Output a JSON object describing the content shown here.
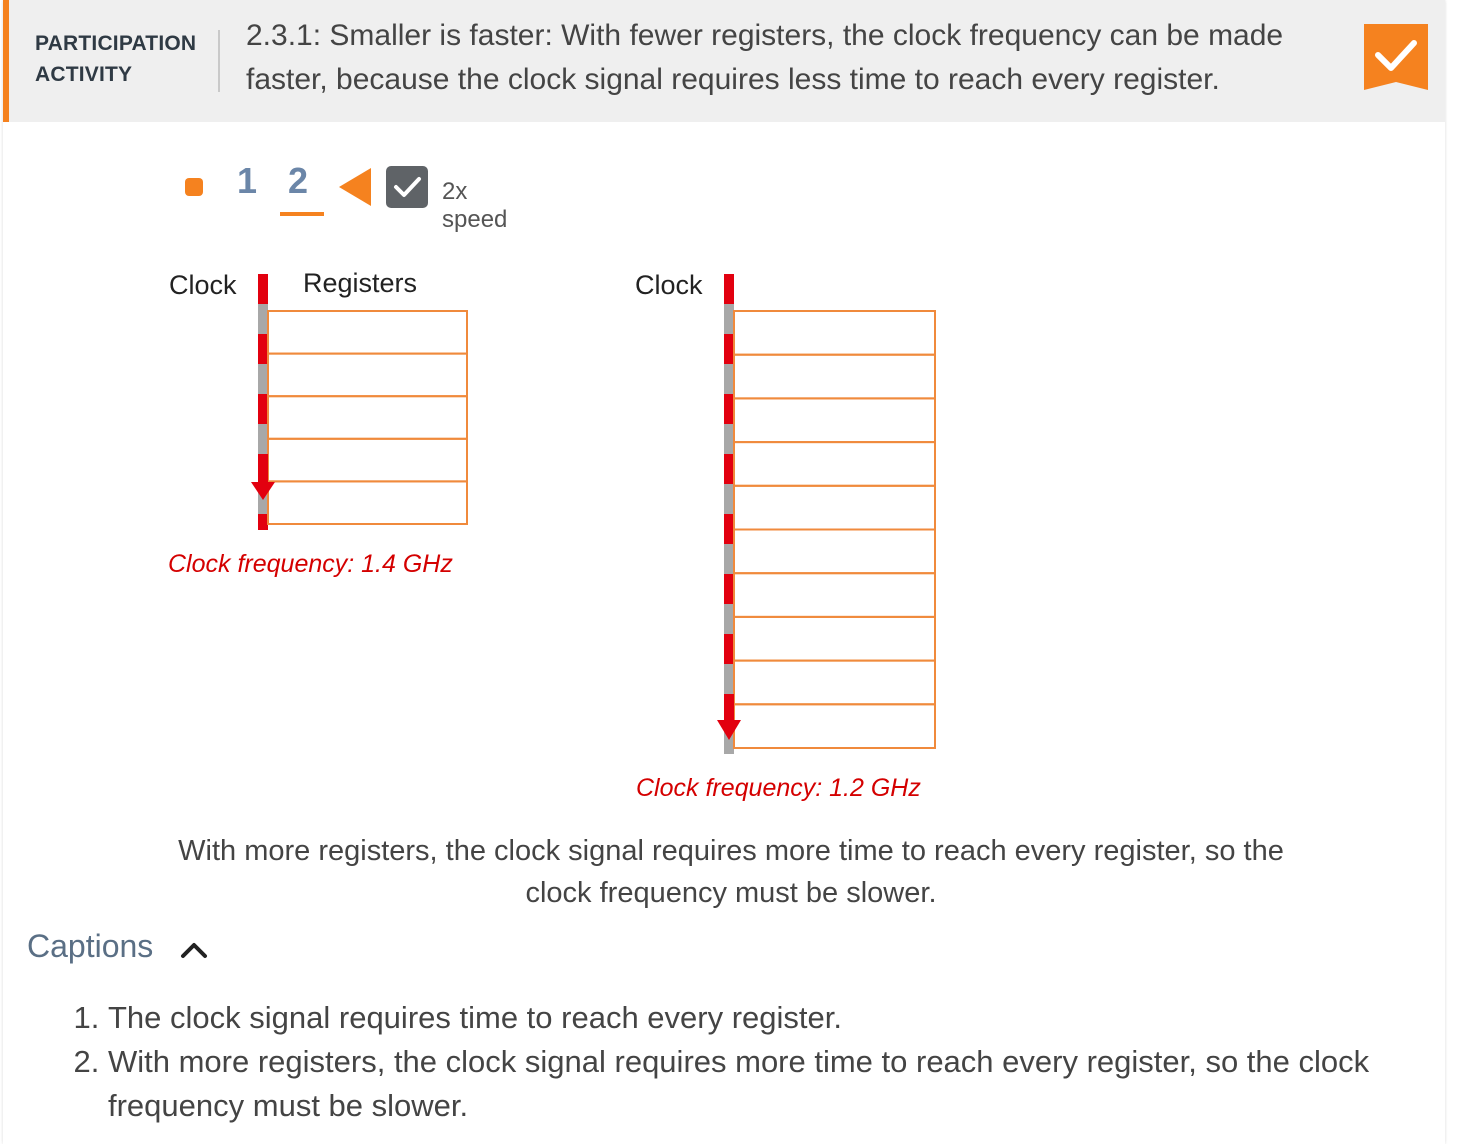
{
  "header": {
    "label_line1": "PARTICIPATION",
    "label_line2": "ACTIVITY",
    "title": "2.3.1: Smaller is faster: With fewer registers, the clock frequency can be made faster, because the clock signal requires less time to reach every register.",
    "completed_icon": "check-icon"
  },
  "controls": {
    "stop_icon": "stop-icon",
    "steps": [
      "1",
      "2"
    ],
    "current_step": "2",
    "back_icon": "back-arrow-icon",
    "speed_label": "2x speed",
    "speed_checked": true
  },
  "diagram": {
    "left": {
      "clock_label": "Clock",
      "registers_label": "Registers",
      "register_count": 5,
      "frequency": "Clock frequency: 1.4 GHz"
    },
    "right": {
      "clock_label": "Clock",
      "register_count": 10,
      "frequency": "Clock frequency: 1.2 GHz"
    },
    "colors": {
      "clock_red": "#e2000f",
      "clock_gray": "#a8a8a8",
      "register_border": "#f08a3c"
    }
  },
  "description": "With more registers, the clock signal requires more time to reach every register, so the clock frequency must be slower.",
  "captions": {
    "toggle_label": "Captions",
    "toggle_icon": "chevron-up-icon",
    "items": [
      "The clock signal requires time to reach every register.",
      "With more registers, the clock signal requires more time to reach every register, so the clock frequency must be slower."
    ]
  },
  "accent_color": "#f5821f"
}
